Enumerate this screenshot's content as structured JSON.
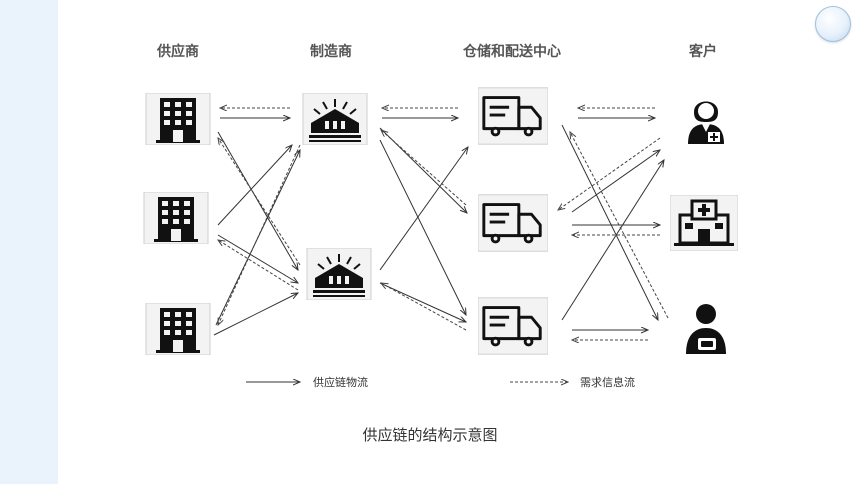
{
  "columns": {
    "suppliers": "供应商",
    "manufacturers": "制造商",
    "warehouses": "仓储和配送中心",
    "customers": "客户"
  },
  "legend": {
    "supply_flow": "供应链物流",
    "info_flow": "需求信息流"
  },
  "caption": "供应链的结构示意图",
  "icons": {
    "suppliers": [
      "building-icon",
      "building-icon",
      "building-icon"
    ],
    "manufacturers": [
      "factory-icon",
      "factory-icon"
    ],
    "warehouses": [
      "truck-icon",
      "truck-icon",
      "truck-icon"
    ],
    "customers": [
      "doctor-icon",
      "hospital-icon",
      "person-icon"
    ]
  },
  "colors": {
    "solid_arrow": "#333333",
    "dashed_arrow": "#444444",
    "side_band": "#eaf2fb"
  }
}
